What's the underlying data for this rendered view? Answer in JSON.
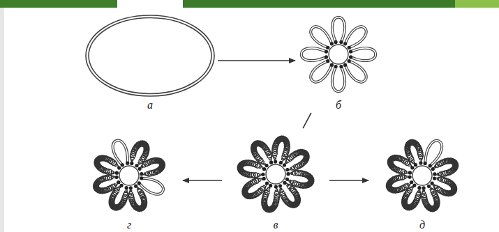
{
  "diagram": {
    "nodes": [
      {
        "text": [
          "а"
        ]
      },
      {
        "text": [
          "б"
        ]
      },
      {
        "text": [
          "в"
        ]
      },
      {
        "text": [
          "г"
        ]
      },
      {
        "text": [
          "д"
        ]
      }
    ],
    "edges": [
      {
        "from": 0,
        "to": 1,
        "arrow": "to"
      },
      {
        "from": 1,
        "to": 2,
        "arrow": "none"
      },
      {
        "from": 2,
        "to": 3,
        "arrow": "to"
      },
      {
        "from": 2,
        "to": 4,
        "arrow": "to"
      }
    ]
  }
}
